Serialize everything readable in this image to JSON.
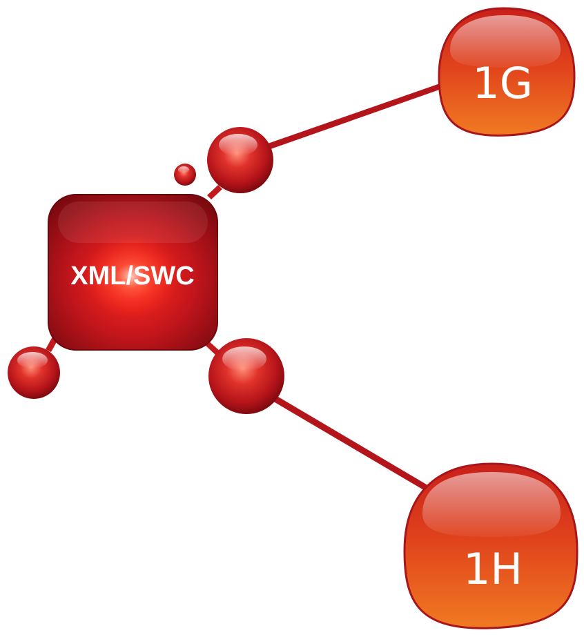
{
  "diagram": {
    "center_label": "XML/SWC",
    "nodes": [
      {
        "id": "1G",
        "label": "1G"
      },
      {
        "id": "1H",
        "label": "1H"
      }
    ]
  },
  "colors": {
    "center_dark": "#8f0f13",
    "center_mid": "#c4161c",
    "center_glow": "#ff3a2a",
    "node_top": "#d6271a",
    "node_bottom": "#ee6a1f",
    "connector": "#b0141a",
    "sphere": "#c91d20",
    "text": "#ffffff"
  }
}
